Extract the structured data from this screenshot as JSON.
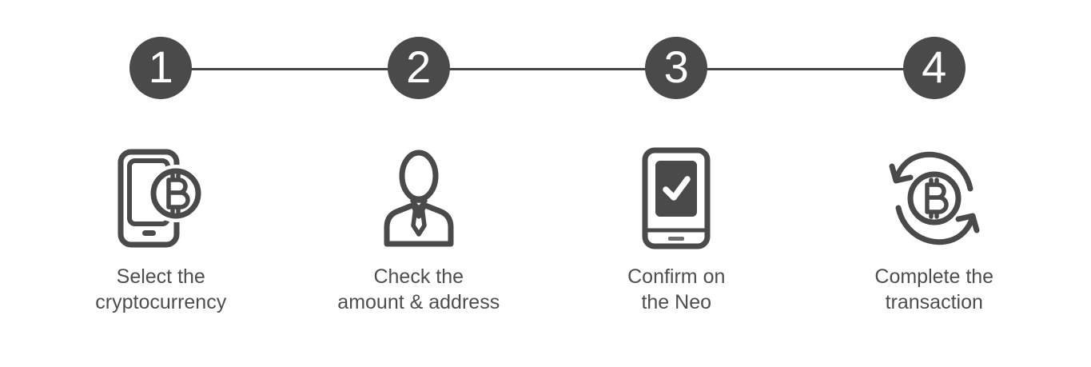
{
  "diagram": {
    "type": "process-steps",
    "colors": {
      "step_circle": "#4a4a4a",
      "number_text": "#ffffff",
      "icon_stroke": "#4a4a4a",
      "label_text": "#4d4d4d",
      "connector_line": "#454545",
      "checkmark": "#ffffff",
      "background": "#ffffff"
    },
    "steps": [
      {
        "number": "1",
        "icon": "phone-bitcoin-icon",
        "lines": [
          "Select the",
          "cryptocurrency"
        ]
      },
      {
        "number": "2",
        "icon": "person-icon",
        "lines": [
          "Check the",
          "amount & address"
        ]
      },
      {
        "number": "3",
        "icon": "device-confirm-icon",
        "lines": [
          "Confirm on",
          "the Neo"
        ]
      },
      {
        "number": "4",
        "icon": "bitcoin-cycle-icon",
        "lines": [
          "Complete the",
          "transaction"
        ]
      }
    ]
  }
}
